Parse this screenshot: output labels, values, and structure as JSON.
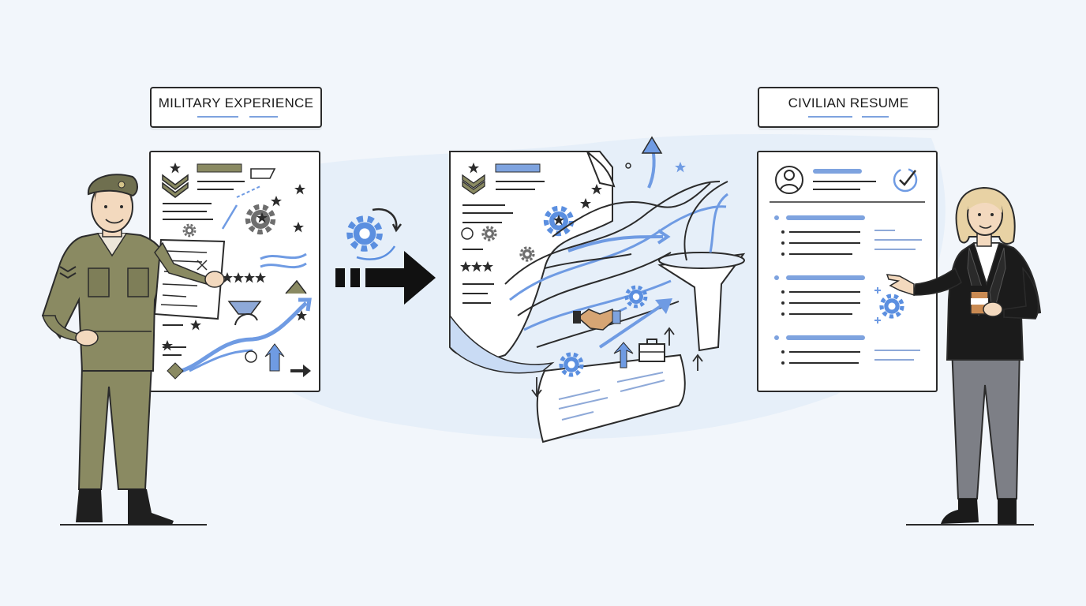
{
  "labels": {
    "left": "MILITARY EXPERIENCE",
    "right": "CIVILIAN RESUME"
  },
  "colors": {
    "background": "#f2f6fb",
    "accent_blue": "#6f9be3",
    "light_blue": "#c9dbf4",
    "olive": "#8a8a62",
    "olive_dark": "#6f6f4f",
    "ink": "#1f1f1f",
    "jacket": "#1b1b1b",
    "trousers": "#7d7f86"
  },
  "icons": [
    "soldier-figure",
    "military-document",
    "transform-gear-icon",
    "arrow-right-icon",
    "transforming-document",
    "funnel-icon",
    "handshake-icon",
    "briefcase-icon",
    "civilian-resume-document",
    "profile-icon",
    "checkmark-badge-icon",
    "professional-woman-figure"
  ]
}
